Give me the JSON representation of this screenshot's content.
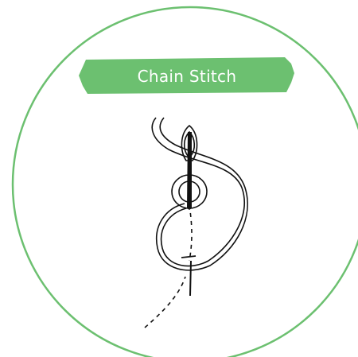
{
  "title": "Chain Stitch",
  "colors": {
    "accent": "#6cc070",
    "line": "#111111",
    "background": "#ffffff"
  },
  "icons": {
    "frame": "circle-frame",
    "needle": "needle-icon",
    "thread": "thread-loop"
  }
}
